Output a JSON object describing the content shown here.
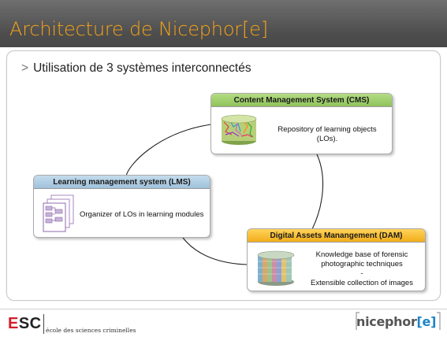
{
  "slide": {
    "title": "Architecture de Nicephor[e]",
    "bullet_marker": ">",
    "bullet": "Utilisation de 3 systèmes interconnectés"
  },
  "diagram": {
    "cms": {
      "header": "Content Management System (CMS)",
      "description_lines": [
        "Repository of learning objects",
        "(LOs)."
      ],
      "header_color": "#9ccd6a"
    },
    "lms": {
      "header": "Learning management system (LMS)",
      "description_lines": [
        "Organizer of LOs in learning modules"
      ],
      "header_color": "#b1cfe5"
    },
    "dam": {
      "header": "Digital Assets Manangement (DAM)",
      "description_lines": [
        "Knowledge base of forensic",
        "photographic techniques",
        "-",
        "Extensible collection of images"
      ],
      "header_color": "#f7bf2e"
    }
  },
  "footer": {
    "esc_logo_first": "E",
    "esc_logo_rest": "SC",
    "esc_subtitle": "école des sciences criminelles",
    "nicephore_logo_main": "nicephor",
    "nicephore_logo_accent": "[e]"
  },
  "colors": {
    "title_accent": "#f6a317",
    "esc_red": "#d21f2a",
    "nicephore_blue": "#1d84c8"
  }
}
